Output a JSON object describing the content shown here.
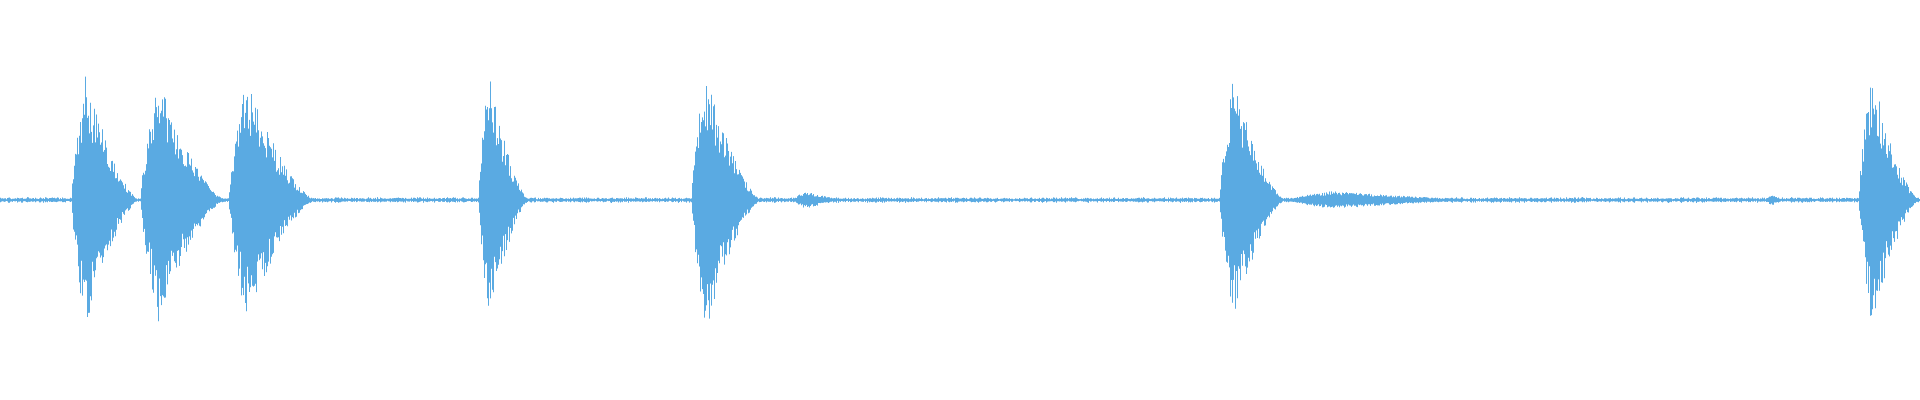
{
  "colors": {
    "background": "#ffffff",
    "waveform": "#5aaae2"
  },
  "chart_data": {
    "type": "area",
    "kind": "audio-waveform",
    "x_range": [
      0,
      1
    ],
    "y_range": [
      -1,
      1
    ],
    "grid": false,
    "legend": "none",
    "noise_floor": 0.01,
    "bursts": [
      {
        "start": 0.037,
        "end": 0.073,
        "peak": 0.43
      },
      {
        "start": 0.073,
        "end": 0.118,
        "peak": 0.41
      },
      {
        "start": 0.119,
        "end": 0.165,
        "peak": 0.41
      },
      {
        "start": 0.249,
        "end": 0.276,
        "peak": 0.42
      },
      {
        "start": 0.36,
        "end": 0.397,
        "peak": 0.44
      },
      {
        "start": 0.413,
        "end": 0.444,
        "peak": 0.03
      },
      {
        "start": 0.635,
        "end": 0.67,
        "peak": 0.41
      },
      {
        "start": 0.67,
        "end": 0.79,
        "peak": 0.03
      },
      {
        "start": 0.92,
        "end": 0.931,
        "peak": 0.02
      },
      {
        "start": 0.968,
        "end": 1.0,
        "peak": 0.44
      }
    ]
  }
}
